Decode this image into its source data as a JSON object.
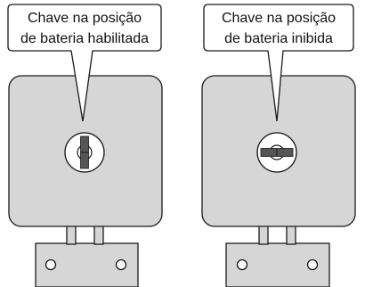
{
  "colors": {
    "panel_fill": "#d6d6d6",
    "outline": "#1a1a1a",
    "key_fill": "#555555",
    "lock_fill": "#ffffff",
    "callout_fill": "#ffffff"
  },
  "switches": [
    {
      "callout": {
        "line1": "Chave na posição",
        "line2": "de bateria habilitada"
      },
      "key_orientation": "vertical",
      "state": "enabled"
    },
    {
      "callout": {
        "line1": "Chave na posição",
        "line2": "de bateria inibida"
      },
      "key_orientation": "horizontal",
      "state": "inhibited"
    }
  ]
}
